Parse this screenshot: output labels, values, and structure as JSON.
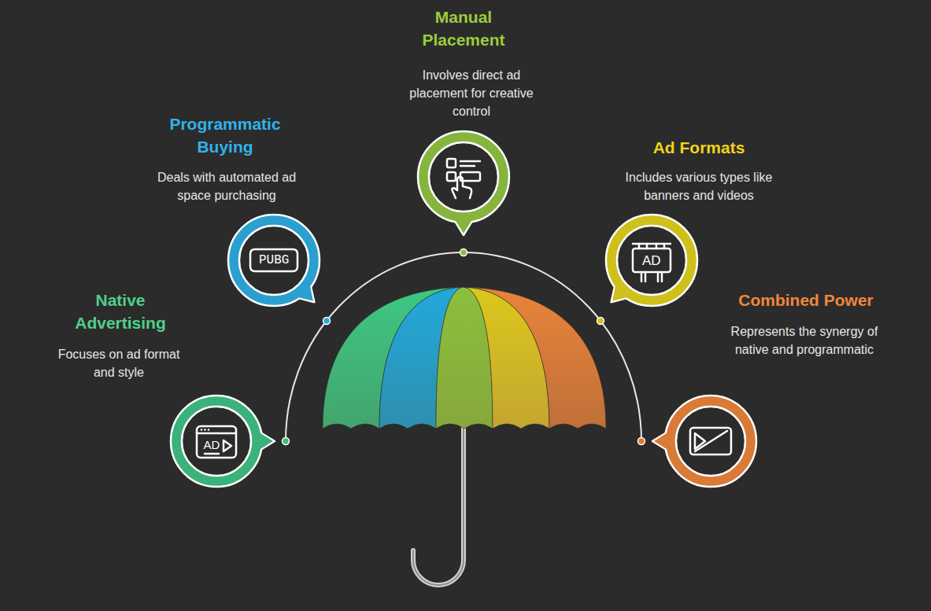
{
  "diagram": {
    "nodes": [
      {
        "text": [
          "Native Advertising",
          "Focuses on ad format and style"
        ]
      },
      {
        "text": [
          "Programmatic Buying",
          "Deals with automated ad space purchasing"
        ]
      },
      {
        "text": [
          "Manual Placement",
          "Involves direct ad placement for creative control"
        ]
      },
      {
        "text": [
          "Ad Formats",
          "Includes various types like banners and videos"
        ]
      },
      {
        "text": [
          "Combined Power",
          "Represents the synergy of native and programmatic"
        ]
      }
    ],
    "labels": [
      "AD",
      "PUBG",
      "AD"
    ]
  }
}
